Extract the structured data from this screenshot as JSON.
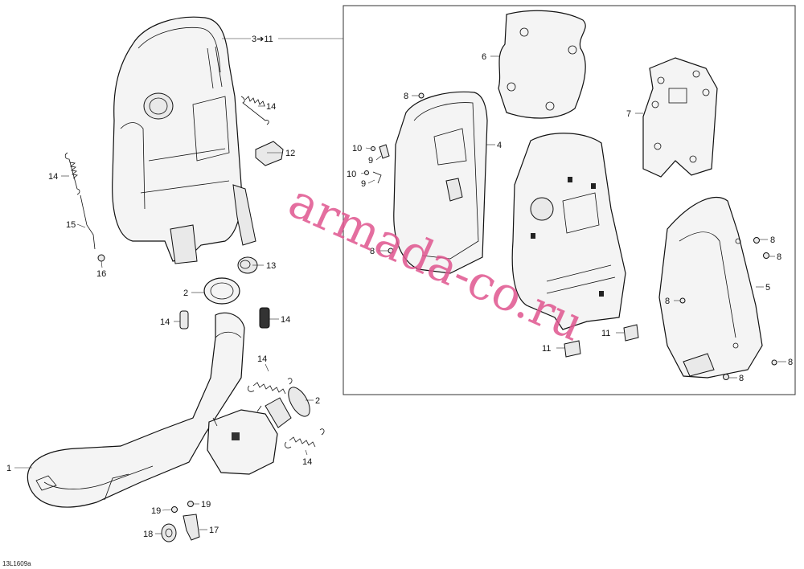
{
  "figure_code": "13L1609a",
  "watermark": "armada-co.ru",
  "callouts": {
    "c1": "1",
    "c2a": "2",
    "c2b": "2",
    "c3_11": "3➔11",
    "c4": "4",
    "c5": "5",
    "c6": "6",
    "c7": "7",
    "c8a": "8",
    "c8b": "8",
    "c8c": "8",
    "c8d": "8",
    "c8e": "8",
    "c8f": "8",
    "c8g": "8",
    "c9a": "9",
    "c9b": "9",
    "c10a": "10",
    "c10b": "10",
    "c11a": "11",
    "c11b": "11",
    "c12": "12",
    "c13": "13",
    "c14a": "14",
    "c14b": "14",
    "c14c": "14",
    "c14d": "14",
    "c14e": "14",
    "c14f": "14",
    "c15": "15",
    "c16": "16",
    "c17": "17",
    "c18": "18",
    "c19a": "19",
    "c19b": "19"
  }
}
